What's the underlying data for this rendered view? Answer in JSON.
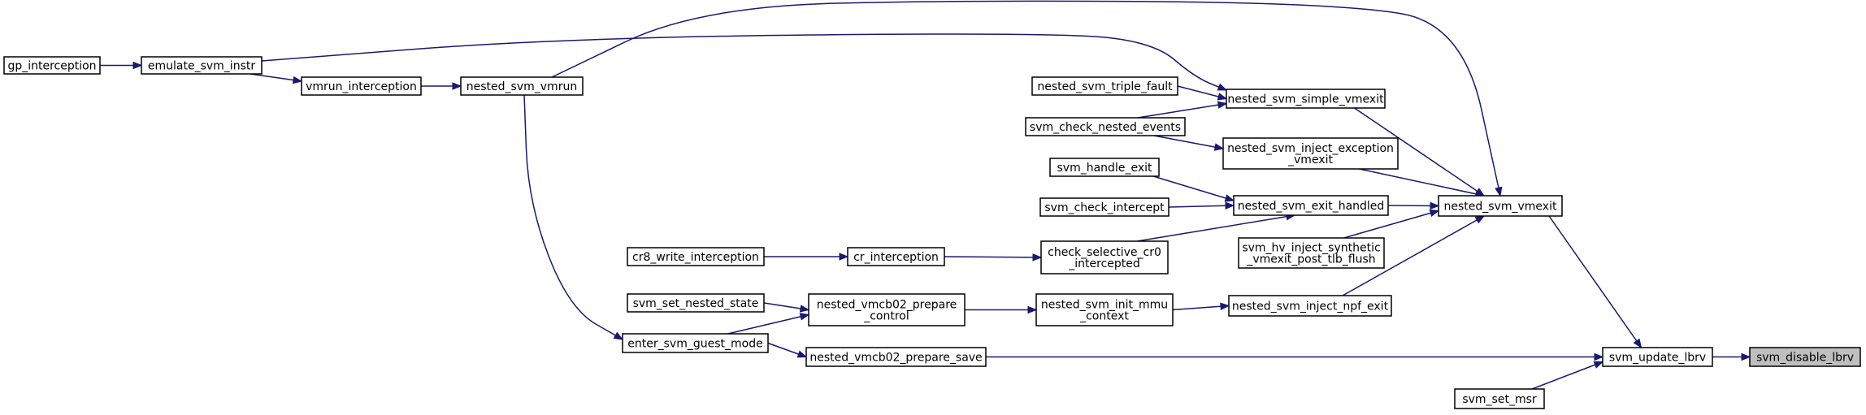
{
  "colors": {
    "edge": "#191970",
    "node_fill": "#ffffff",
    "root_fill": "#bfbfbf",
    "node_stroke": "#000000"
  },
  "nodes": [
    {
      "id": "gp_interception",
      "lines": [
        "gp_interception"
      ]
    },
    {
      "id": "emulate_svm_instr",
      "lines": [
        "emulate_svm_instr"
      ]
    },
    {
      "id": "vmrun_interception",
      "lines": [
        "vmrun_interception"
      ]
    },
    {
      "id": "nested_svm_vmrun",
      "lines": [
        "nested_svm_vmrun"
      ]
    },
    {
      "id": "cr8_write_interception",
      "lines": [
        "cr8_write_interception"
      ]
    },
    {
      "id": "cr_interception",
      "lines": [
        "cr_interception"
      ]
    },
    {
      "id": "svm_set_nested_state",
      "lines": [
        "svm_set_nested_state"
      ]
    },
    {
      "id": "enter_svm_guest_mode",
      "lines": [
        "enter_svm_guest_mode"
      ]
    },
    {
      "id": "nested_vmcb02_prepare_control",
      "lines": [
        "nested_vmcb02_prepare",
        "_control"
      ]
    },
    {
      "id": "nested_vmcb02_prepare_save",
      "lines": [
        "nested_vmcb02_prepare_save"
      ]
    },
    {
      "id": "nested_svm_triple_fault",
      "lines": [
        "nested_svm_triple_fault"
      ]
    },
    {
      "id": "svm_check_nested_events",
      "lines": [
        "svm_check_nested_events"
      ]
    },
    {
      "id": "svm_handle_exit",
      "lines": [
        "svm_handle_exit"
      ]
    },
    {
      "id": "svm_check_intercept",
      "lines": [
        "svm_check_intercept"
      ]
    },
    {
      "id": "check_selective_cr0_intercepted",
      "lines": [
        "check_selective_cr0",
        "_intercepted"
      ]
    },
    {
      "id": "nested_svm_init_mmu_context",
      "lines": [
        "nested_svm_init_mmu",
        "_context"
      ]
    },
    {
      "id": "nested_svm_simple_vmexit",
      "lines": [
        "nested_svm_simple_vmexit"
      ]
    },
    {
      "id": "nested_svm_inject_exception_vmexit",
      "lines": [
        "nested_svm_inject_exception",
        "_vmexit"
      ]
    },
    {
      "id": "nested_svm_exit_handled",
      "lines": [
        "nested_svm_exit_handled"
      ]
    },
    {
      "id": "svm_hv_inject_synthetic_vmexit_post_tlb_flush",
      "lines": [
        "svm_hv_inject_synthetic",
        "_vmexit_post_tlb_flush"
      ]
    },
    {
      "id": "nested_svm_inject_npf_exit",
      "lines": [
        "nested_svm_inject_npf_exit"
      ]
    },
    {
      "id": "nested_svm_vmexit",
      "lines": [
        "nested_svm_vmexit"
      ]
    },
    {
      "id": "svm_set_msr",
      "lines": [
        "svm_set_msr"
      ]
    },
    {
      "id": "svm_update_lbrv",
      "lines": [
        "svm_update_lbrv"
      ]
    },
    {
      "id": "svm_disable_lbrv",
      "lines": [
        "svm_disable_lbrv"
      ],
      "root": true
    }
  ],
  "edges": [
    {
      "from": "gp_interception",
      "to": "emulate_svm_instr"
    },
    {
      "from": "emulate_svm_instr",
      "to": "vmrun_interception"
    },
    {
      "from": "emulate_svm_instr",
      "to": "nested_svm_simple_vmexit"
    },
    {
      "from": "vmrun_interception",
      "to": "nested_svm_vmrun"
    },
    {
      "from": "nested_svm_vmrun",
      "to": "enter_svm_guest_mode"
    },
    {
      "from": "nested_svm_vmrun",
      "to": "nested_svm_vmexit"
    },
    {
      "from": "cr8_write_interception",
      "to": "cr_interception"
    },
    {
      "from": "cr_interception",
      "to": "check_selective_cr0_intercepted"
    },
    {
      "from": "svm_set_nested_state",
      "to": "nested_vmcb02_prepare_control"
    },
    {
      "from": "enter_svm_guest_mode",
      "to": "nested_vmcb02_prepare_control"
    },
    {
      "from": "enter_svm_guest_mode",
      "to": "nested_vmcb02_prepare_save"
    },
    {
      "from": "nested_vmcb02_prepare_control",
      "to": "nested_svm_init_mmu_context"
    },
    {
      "from": "nested_vmcb02_prepare_save",
      "to": "svm_update_lbrv"
    },
    {
      "from": "nested_svm_triple_fault",
      "to": "nested_svm_simple_vmexit"
    },
    {
      "from": "svm_check_nested_events",
      "to": "nested_svm_simple_vmexit"
    },
    {
      "from": "svm_check_nested_events",
      "to": "nested_svm_inject_exception_vmexit"
    },
    {
      "from": "svm_handle_exit",
      "to": "nested_svm_exit_handled"
    },
    {
      "from": "svm_check_intercept",
      "to": "nested_svm_exit_handled"
    },
    {
      "from": "check_selective_cr0_intercepted",
      "to": "nested_svm_exit_handled"
    },
    {
      "from": "nested_svm_init_mmu_context",
      "to": "nested_svm_inject_npf_exit"
    },
    {
      "from": "nested_svm_simple_vmexit",
      "to": "nested_svm_vmexit"
    },
    {
      "from": "nested_svm_inject_exception_vmexit",
      "to": "nested_svm_vmexit"
    },
    {
      "from": "nested_svm_exit_handled",
      "to": "nested_svm_vmexit"
    },
    {
      "from": "svm_hv_inject_synthetic_vmexit_post_tlb_flush",
      "to": "nested_svm_vmexit"
    },
    {
      "from": "nested_svm_inject_npf_exit",
      "to": "nested_svm_vmexit"
    },
    {
      "from": "nested_svm_vmexit",
      "to": "svm_update_lbrv"
    },
    {
      "from": "svm_set_msr",
      "to": "svm_update_lbrv"
    },
    {
      "from": "svm_update_lbrv",
      "to": "svm_disable_lbrv"
    }
  ]
}
